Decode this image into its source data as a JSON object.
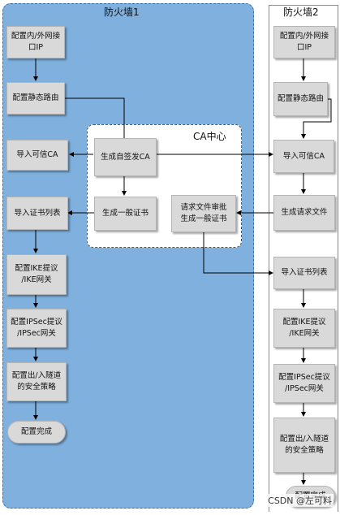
{
  "firewall1": {
    "title": "防火墙1",
    "steps": [
      "配置内/外网接\n口IP",
      "配置静态路由",
      "导入可信CA",
      "导入证书列表",
      "配置IKE提议\n/IKE网关",
      "配置IPSec提议\n/IPSec网关",
      "配置出/入隧道\n的安全策略"
    ],
    "end": "配置完成"
  },
  "ca_center": {
    "title": "CA中心",
    "self_signed": "生成自签发CA",
    "general_cert": "生成一般证书",
    "approve": "请求文件审批\n生成一般证书"
  },
  "firewall2": {
    "title": "防火墙2",
    "steps": [
      "配置内/外网接\n口IP",
      "配置静态路由",
      "导入可信CA",
      "生成请求文件",
      "导入证书列表",
      "配置IKE提议\n/IKE网关",
      "配置IPSec提议\n/IPSec网关",
      "配置出/入隧道\n的安全策略"
    ],
    "end": "配置完成"
  },
  "watermark": "CSDN @左可料"
}
